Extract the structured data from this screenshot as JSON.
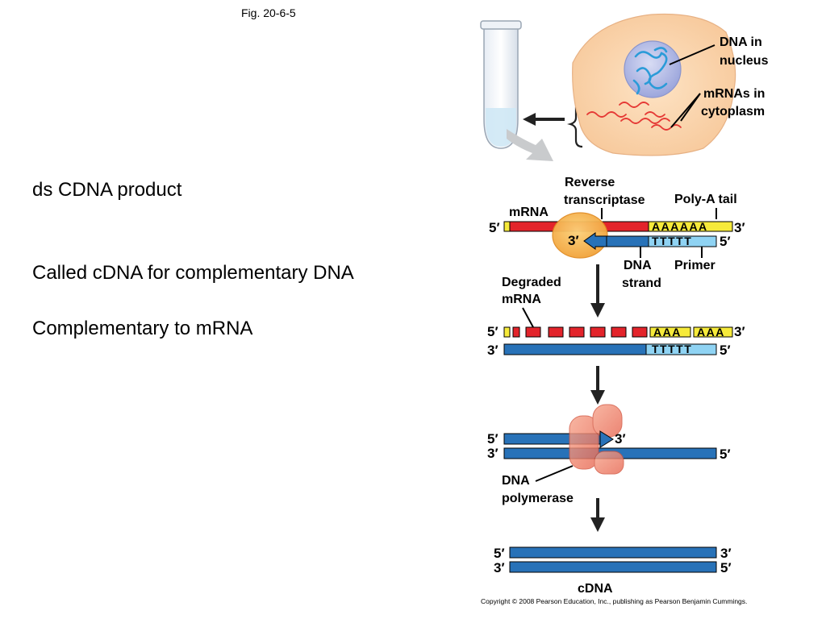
{
  "slide": {
    "fig_label": "Fig. 20-6-5",
    "bullets": [
      "ds CDNA product",
      "Called cDNA for complementary DNA",
      "Complementary to mRNA"
    ]
  },
  "diagram": {
    "cell_labels": {
      "dna_in_nucleus": [
        "DNA in",
        "nucleus"
      ],
      "mrnas_in_cytoplasm": [
        "mRNAs in",
        "cytoplasm"
      ]
    },
    "step1": {
      "reverse_transcriptase": [
        "Reverse",
        "transcriptase"
      ],
      "poly_a_tail": "Poly-A tail",
      "mrna": "mRNA",
      "top_5": "5′",
      "top_3": "3′",
      "poly_a": "AAAAAA",
      "inner_3": "3′",
      "poly_t": "TTTTT",
      "bottom_5": "5′",
      "dna_strand": [
        "DNA",
        "strand"
      ],
      "primer": "Primer"
    },
    "step2": {
      "degraded_mrna": [
        "Degraded",
        "mRNA"
      ],
      "top_5": "5′",
      "poly_a_left": "AAA",
      "poly_a_right": "AAA",
      "top_3": "3′",
      "bottom_3": "3′",
      "poly_t": "TTTTT",
      "bottom_5": "5′"
    },
    "step3": {
      "top_5": "5′",
      "arrow_3": "3′",
      "bottom_3": "3′",
      "bottom_5": "5′",
      "dna_polymerase": [
        "DNA",
        "polymerase"
      ]
    },
    "step4": {
      "top_5": "5′",
      "top_3": "3′",
      "bottom_3": "3′",
      "bottom_5": "5′",
      "cdna": "cDNA"
    },
    "copyright": "Copyright © 2008 Pearson Education, Inc., publishing as Pearson Benjamin Cummings."
  }
}
